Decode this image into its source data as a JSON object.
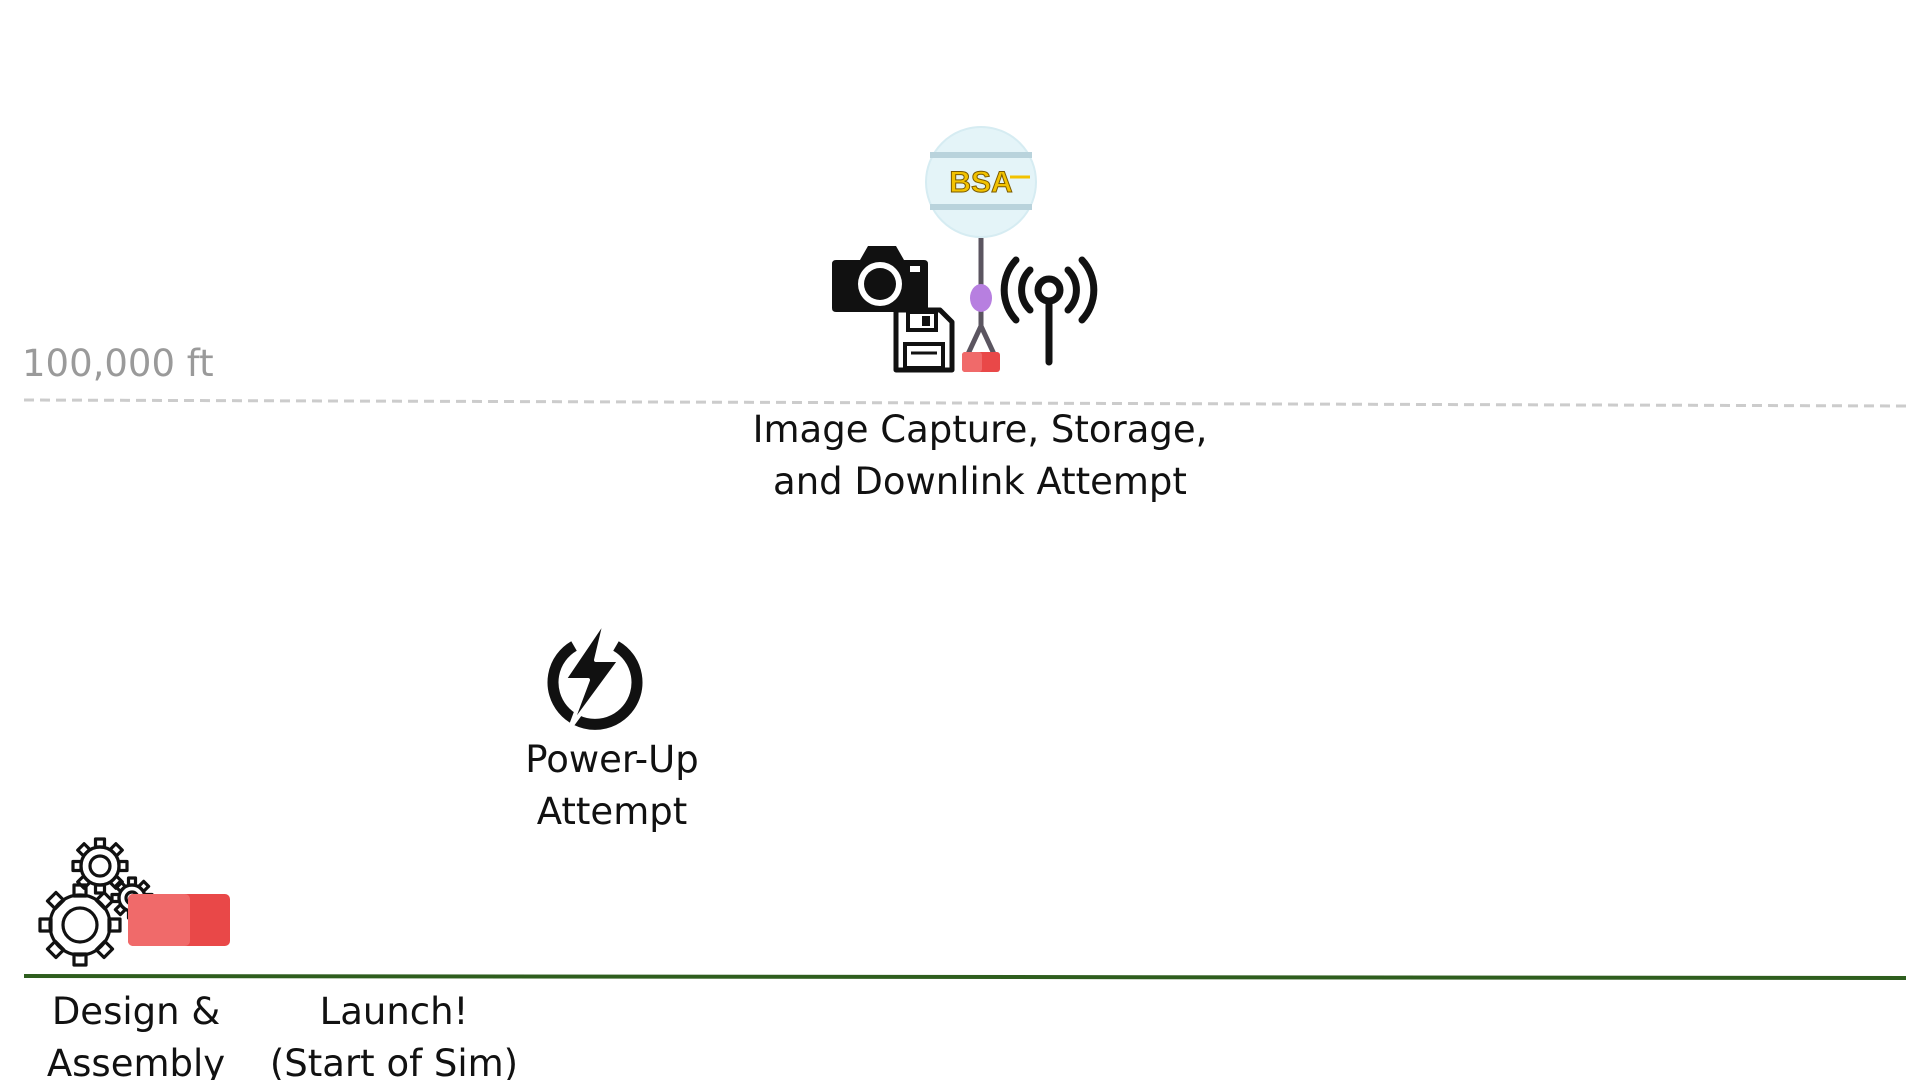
{
  "altitude_marker": {
    "label": "100,000 ft",
    "line_color": "#cccccc"
  },
  "ground_line_color": "#2e5e1e",
  "stages": [
    {
      "lines": [
        "Design &",
        "Assembly"
      ],
      "icons": [
        "gears-icon",
        "payload-box-icon"
      ]
    },
    {
      "lines": [
        "Launch!",
        "(Start of Sim)"
      ],
      "icons": []
    },
    {
      "lines": [
        "Power-Up",
        "Attempt"
      ],
      "icons": [
        "power-bolt-icon"
      ]
    },
    {
      "lines": [
        "Image Capture, Storage,",
        "and Downlink Attempt"
      ],
      "icons": [
        "camera-icon",
        "floppy-disk-icon",
        "balloon-icon",
        "antenna-signal-icon"
      ]
    }
  ],
  "balloon": {
    "logo_text": "BSA"
  },
  "colors": {
    "payload_red": "#e94848",
    "payload_red_light": "#f06a6a",
    "balloon_fill": "#e4f4f8",
    "balloon_band": "#b9d3dc",
    "logo_yellow": "#f2c200",
    "tether_node": "#b77fe0"
  }
}
